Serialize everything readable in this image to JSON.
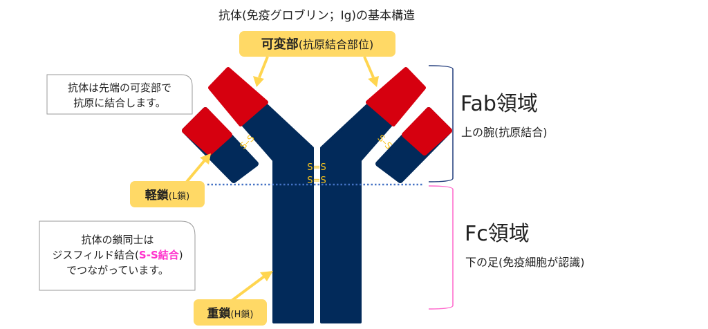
{
  "title": "抗体(免疫グロブリン；Ig)の基本構造",
  "variable_label": {
    "bold": "可変部",
    "rest": "(抗原結合部位)"
  },
  "light_chain_label": {
    "bold": "軽鎖",
    "rest": "(L鎖)"
  },
  "heavy_chain_label": {
    "bold": "重鎖",
    "rest": "(H鎖)"
  },
  "callout_top": [
    "抗体は先端の可変部で",
    "抗原に結合します。"
  ],
  "callout_bottom": {
    "line1": "抗体の鎖同士は",
    "line2_pre": "ジスフィルド結合(",
    "line2_hl": "S-S結合",
    "line2_post": ")",
    "line3": "でつながっています。"
  },
  "disulfide_label": "S–S",
  "disulfide_center": [
    "S=S",
    "S=S"
  ],
  "fab": {
    "title": "Fab領域",
    "desc": "上の腕(抗原結合)"
  },
  "fc": {
    "title": "Fc領域",
    "desc": "下の足(免疫細胞が認識)"
  },
  "colors": {
    "navy": "#022a5a",
    "red": "#d6000f",
    "yellow": "#ffd966",
    "arrow": "#ffd54f",
    "pink": "#ff66cc",
    "highlight": "#ff33cc",
    "dotted": "#4472c4"
  }
}
